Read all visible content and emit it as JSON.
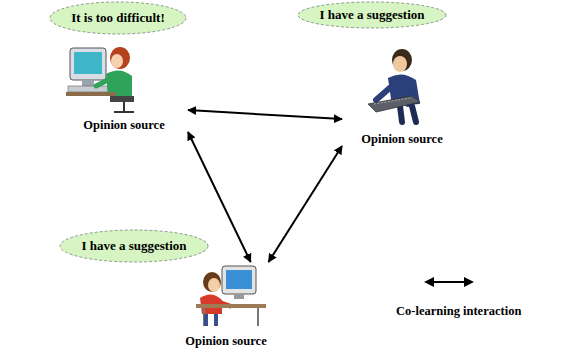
{
  "diagram": {
    "nodes": [
      {
        "text": [
          "It is too difficult!"
        ]
      },
      {
        "text": [
          "I have a suggestion"
        ]
      },
      {
        "text": [
          "Opinion source"
        ]
      },
      {
        "text": [
          "Opinion source"
        ]
      },
      {
        "text": [
          "I have a suggestion"
        ]
      },
      {
        "text": [
          "Opinion source"
        ]
      }
    ],
    "edges": [
      {
        "from": 2,
        "to": 3,
        "arrow": "both"
      },
      {
        "from": 2,
        "to": 5,
        "arrow": "both"
      },
      {
        "from": 3,
        "to": 5,
        "arrow": "both"
      }
    ],
    "legend": [
      {
        "text": "Co-learning interaction"
      }
    ]
  }
}
